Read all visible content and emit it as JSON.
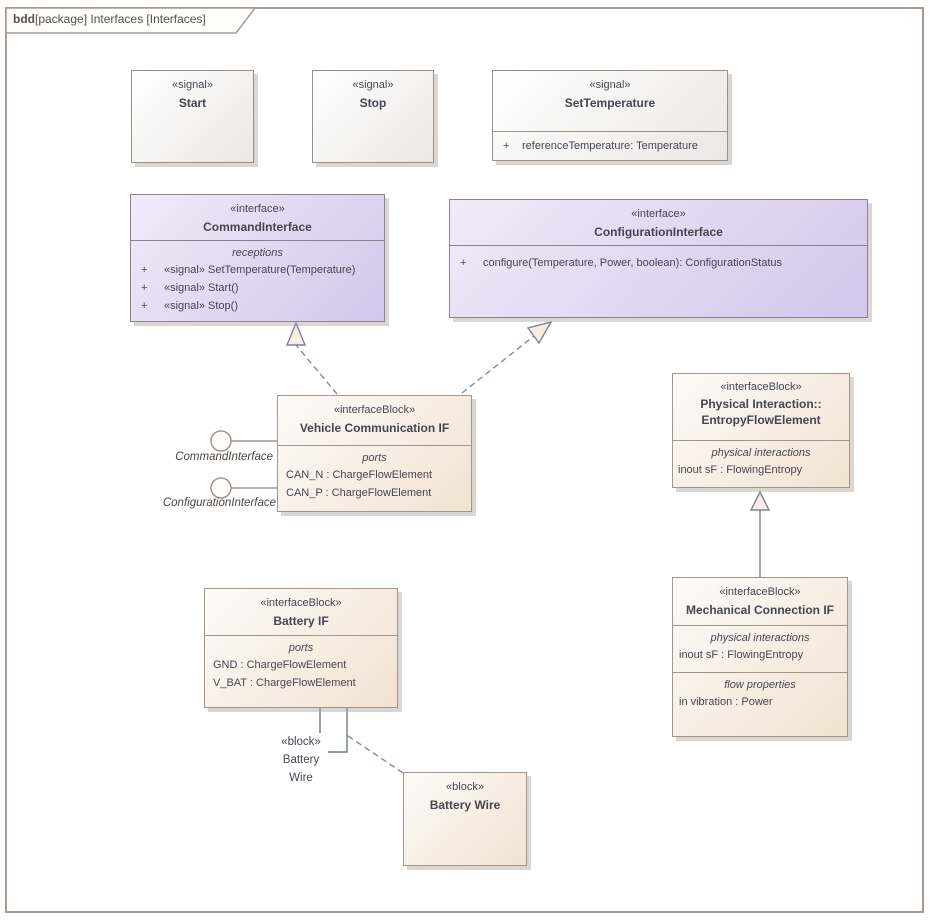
{
  "frame": {
    "tab_bold": "bdd",
    "tab_rest": "[package] Interfaces [Interfaces]"
  },
  "boxes": {
    "start": {
      "stereotype": "«signal»",
      "name": "Start"
    },
    "stop": {
      "stereotype": "«signal»",
      "name": "Stop"
    },
    "set_temperature": {
      "stereotype": "«signal»",
      "name": "SetTemperature",
      "attributes": [
        {
          "vis": "+",
          "text": "referenceTemperature: Temperature"
        }
      ]
    },
    "command_interface": {
      "stereotype": "«interface»",
      "name": "CommandInterface",
      "compartment_title": "receptions",
      "receptions": [
        {
          "vis": "+",
          "text": "«signal» SetTemperature(Temperature)"
        },
        {
          "vis": "+",
          "text": "«signal» Start()"
        },
        {
          "vis": "+",
          "text": "«signal» Stop()"
        }
      ]
    },
    "configuration_interface": {
      "stereotype": "«interface»",
      "name": "ConfigurationInterface",
      "operations": [
        {
          "vis": "+",
          "text": "configure(Temperature, Power, boolean): ConfigurationStatus"
        }
      ]
    },
    "vehicle_communication_if": {
      "stereotype": "«interfaceBlock»",
      "name": "Vehicle Communication IF",
      "compartment_title": "ports",
      "ports": [
        "CAN_N : ChargeFlowElement",
        "CAN_P : ChargeFlowElement"
      ]
    },
    "entropy_flow_element": {
      "stereotype": "«interfaceBlock»",
      "name_line1": "Physical Interaction::",
      "name_line2": "EntropyFlowElement",
      "compartment_title": "physical interactions",
      "properties": [
        "inout sF : FlowingEntropy"
      ]
    },
    "battery_if": {
      "stereotype": "«interfaceBlock»",
      "name": "Battery IF",
      "compartment_title": "ports",
      "ports": [
        "GND : ChargeFlowElement",
        "V_BAT : ChargeFlowElement"
      ]
    },
    "mechanical_connection_if": {
      "stereotype": "«interfaceBlock»",
      "name": "Mechanical Connection IF",
      "compartment1_title": "physical interactions",
      "physical_interactions": [
        "inout sF : FlowingEntropy"
      ],
      "compartment2_title": "flow properties",
      "flow_properties": [
        "in vibration : Power"
      ]
    },
    "battery_wire": {
      "stereotype": "«block»",
      "name": "Battery Wire"
    }
  },
  "labels": {
    "lollipop_command": "CommandInterface",
    "lollipop_configuration": "ConfigurationInterface",
    "battery_wire_connector": {
      "line1": "«block»",
      "line2": "Battery",
      "line3": "Wire"
    }
  },
  "colors": {
    "interface_fill": "#d2c6eb",
    "interface_block_fill": "#f2e2d1",
    "signal_fill": "#eae8e6",
    "box_border": "#9b9189",
    "connector": "#7c82a0",
    "text": "#474552"
  }
}
